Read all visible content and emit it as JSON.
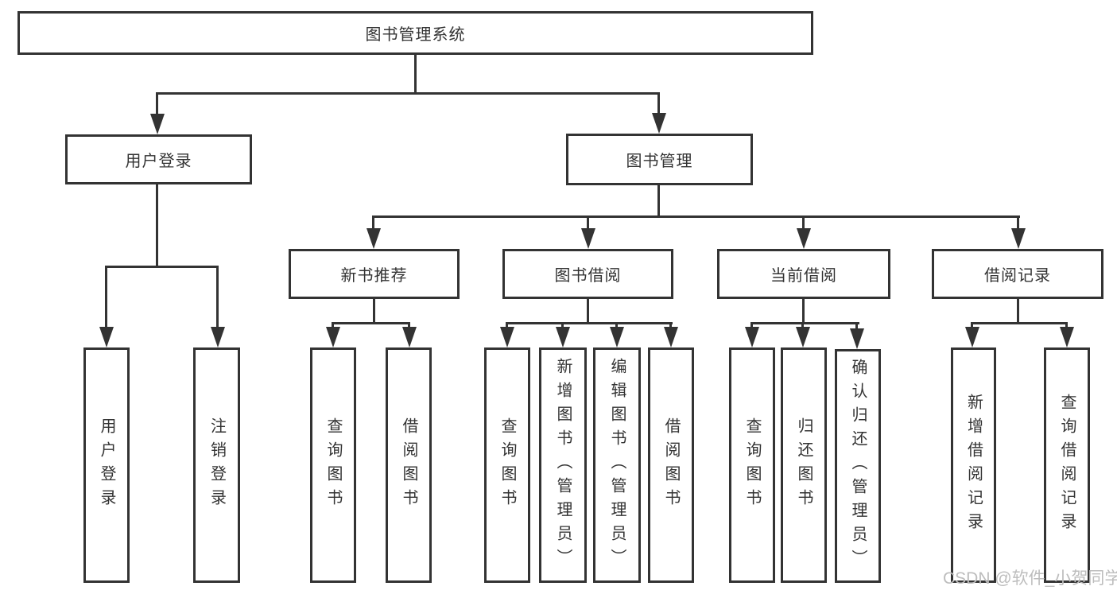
{
  "diagram": {
    "root": {
      "label": "图书管理系统"
    },
    "level2": {
      "user_login": {
        "label": "用户登录"
      },
      "book_management": {
        "label": "图书管理"
      }
    },
    "level3": {
      "new_book_recommend": {
        "label": "新书推荐"
      },
      "book_borrow": {
        "label": "图书借阅"
      },
      "current_borrow": {
        "label": "当前借阅"
      },
      "borrow_records": {
        "label": "借阅记录"
      }
    },
    "leaves": [
      {
        "label": "用户登录"
      },
      {
        "label": "注销登录"
      },
      {
        "label": "查询图书"
      },
      {
        "label": "借阅图书"
      },
      {
        "label": "查询图书"
      },
      {
        "label": "新增图书（管理员）"
      },
      {
        "label": "编辑图书（管理员）"
      },
      {
        "label": "借阅图书"
      },
      {
        "label": "查询图书"
      },
      {
        "label": "归还图书"
      },
      {
        "label": "确认归还（管理员）"
      },
      {
        "label": "新增借阅记录"
      },
      {
        "label": "查询借阅记录"
      }
    ],
    "colors": {
      "line": "#333333",
      "box_border": "#333333",
      "text": "#333333",
      "background": "#ffffff",
      "watermark": "#bdbdbd"
    }
  },
  "watermark": {
    "text": "CSDN @软件_小贺同学"
  }
}
